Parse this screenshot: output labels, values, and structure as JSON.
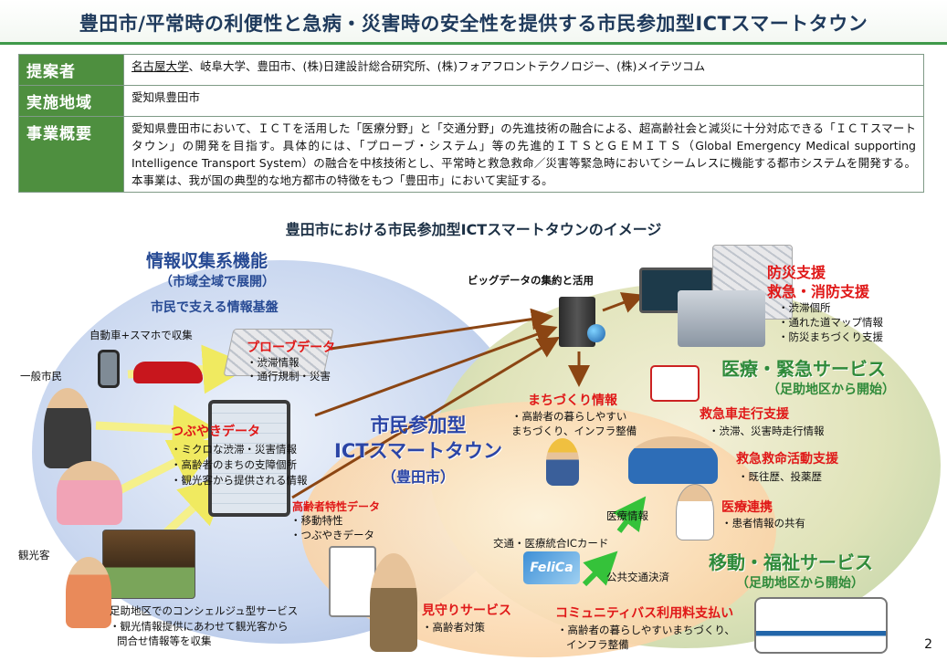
{
  "header": {
    "title": "豊田市/平常時の利便性と急病・災害時の安全性を提供する市民参加型ICTスマートタウン"
  },
  "info_table": {
    "rows": [
      {
        "label": "提案者",
        "value_underlined": "名古屋大学",
        "value": "、岐阜大学、豊田市、(株)日建設計総合研究所、(株)フォアフロントテクノロジー、(株)メイテツコム"
      },
      {
        "label": "実施地域",
        "value": "愛知県豊田市"
      },
      {
        "label": "事業概要",
        "value": "愛知県豊田市において、ＩＣＴを活用した「医療分野」と「交通分野」の先進技術の融合による、超高齢社会と減災に十分対応できる「ＩＣＴスマートタウン」の開発を目指す。具体的には、「プローブ・システム」等の先進的ＩＴＳとＧＥＭＩＴＳ（Global Emergency Medical supporting Intelligence Transport System）の融合を中核技術とし、平常時と救急救命／災害等緊急時においてシームレスに機能する都市システムを開発する。本事業は、我が国の典型的な地方都市の特徴をもつ「豊田市」において実証する。"
      }
    ]
  },
  "diagram": {
    "title": "豊田市における市民参加型ICTスマートタウンのイメージ",
    "info_collection": {
      "title": "情報収集系機能",
      "subtitle": "（市域全域で展開）",
      "tagline": "市民で支える情報基盤"
    },
    "car_phone_label": "自動車+スマホで収集",
    "citizen_label": "一般市民",
    "tourist_label": "観光客",
    "probe": {
      "title": "プローブデータ",
      "items": [
        "・渋滞情報",
        "・通行規制・災害"
      ]
    },
    "tweet": {
      "title": "つぶやきデータ",
      "items": [
        "・ミクロな渋滞・災害情報",
        "・高齢者のまちの支障個所",
        "・観光客から提供される情報"
      ]
    },
    "elderly_data": {
      "title": "高齢者特性データ",
      "items": [
        "・移動特性",
        "・つぶやきデータ"
      ]
    },
    "concierge": {
      "title": "足助地区でのコンシェルジュ型サービス",
      "items": [
        "・観光情報提供にあわせて観光客から",
        "問合せ情報等を収集"
      ]
    },
    "bigdata_label": "ビッグデータの集約と活用",
    "center": {
      "line1": "市民参加型",
      "line2": "ICTスマートタウン",
      "line3": "（豊田市）"
    },
    "town_info": {
      "title": "まちづくり情報",
      "items": [
        "・高齢者の暮らしやすい",
        "まちづくり、インフラ整備"
      ]
    },
    "disaster": {
      "title1": "防災支援",
      "title2": "救急・消防支援",
      "items": [
        "・渋滞個所",
        "・通れた道マップ情報",
        "・防災まちづくり支援"
      ]
    },
    "medical": {
      "title": "医療・緊急サービス",
      "subtitle": "（足助地区から開始）"
    },
    "ambulance_support": {
      "title": "救急車走行支援",
      "items": [
        "・渋滞、災害時走行情報"
      ]
    },
    "rescue_support": {
      "title": "救急救命活動支援",
      "items": [
        "・既往歴、投薬歴"
      ]
    },
    "medical_link": {
      "title": "医療連携",
      "items": [
        "・患者情報の共有"
      ]
    },
    "medical_info_label": "医療情報",
    "ic_card_label": "交通・医療統合ICカード",
    "card_text": "FeliCa",
    "transit_payment_label": "公共交通決済",
    "mobility": {
      "title": "移動・福祉サービス",
      "subtitle": "（足助地区から開始）"
    },
    "watch": {
      "title": "見守りサービス",
      "items": [
        "・高齢者対策"
      ]
    },
    "bus_fare": {
      "title": "コミュニティバス利用料支払い",
      "items": [
        "・高齢者の暮らしやすいまちづくり、",
        "インフラ整備"
      ]
    }
  },
  "page_number": "2",
  "colors": {
    "header_green": "#4e8f3f",
    "accent_red": "#e01818",
    "accent_blue": "#274a94",
    "accent_green": "#2f8a3a",
    "arrow_brown": "#8b4513",
    "arrow_yellow": "#f5f08a"
  }
}
